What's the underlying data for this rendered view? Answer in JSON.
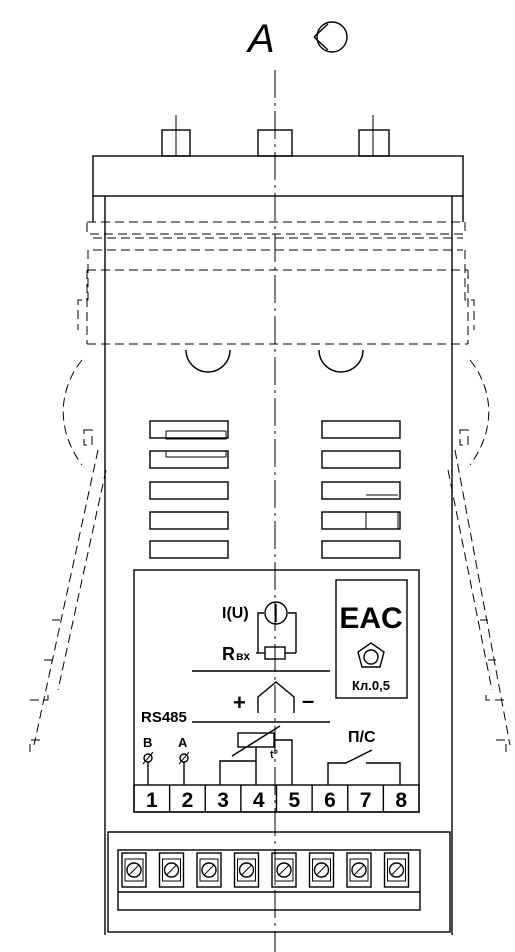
{
  "view_label": "A",
  "rotation_symbol_icon": "rotate-arrow-icon",
  "panel": {
    "current_label": "I(U)",
    "resistance_label": "R",
    "resistance_sub": "вх",
    "plus_label": "+",
    "minus_label": "–",
    "rs485_label": "RS485",
    "b_label": "B",
    "a_label": "A",
    "relay_label": "П/С",
    "temp_label": "t°",
    "eac_mark": "EAC",
    "class_label": "Кл.0,5"
  },
  "terminals": [
    "1",
    "2",
    "3",
    "4",
    "5",
    "6",
    "7",
    "8"
  ],
  "colors": {
    "line": "#000000",
    "background": "#ffffff"
  }
}
